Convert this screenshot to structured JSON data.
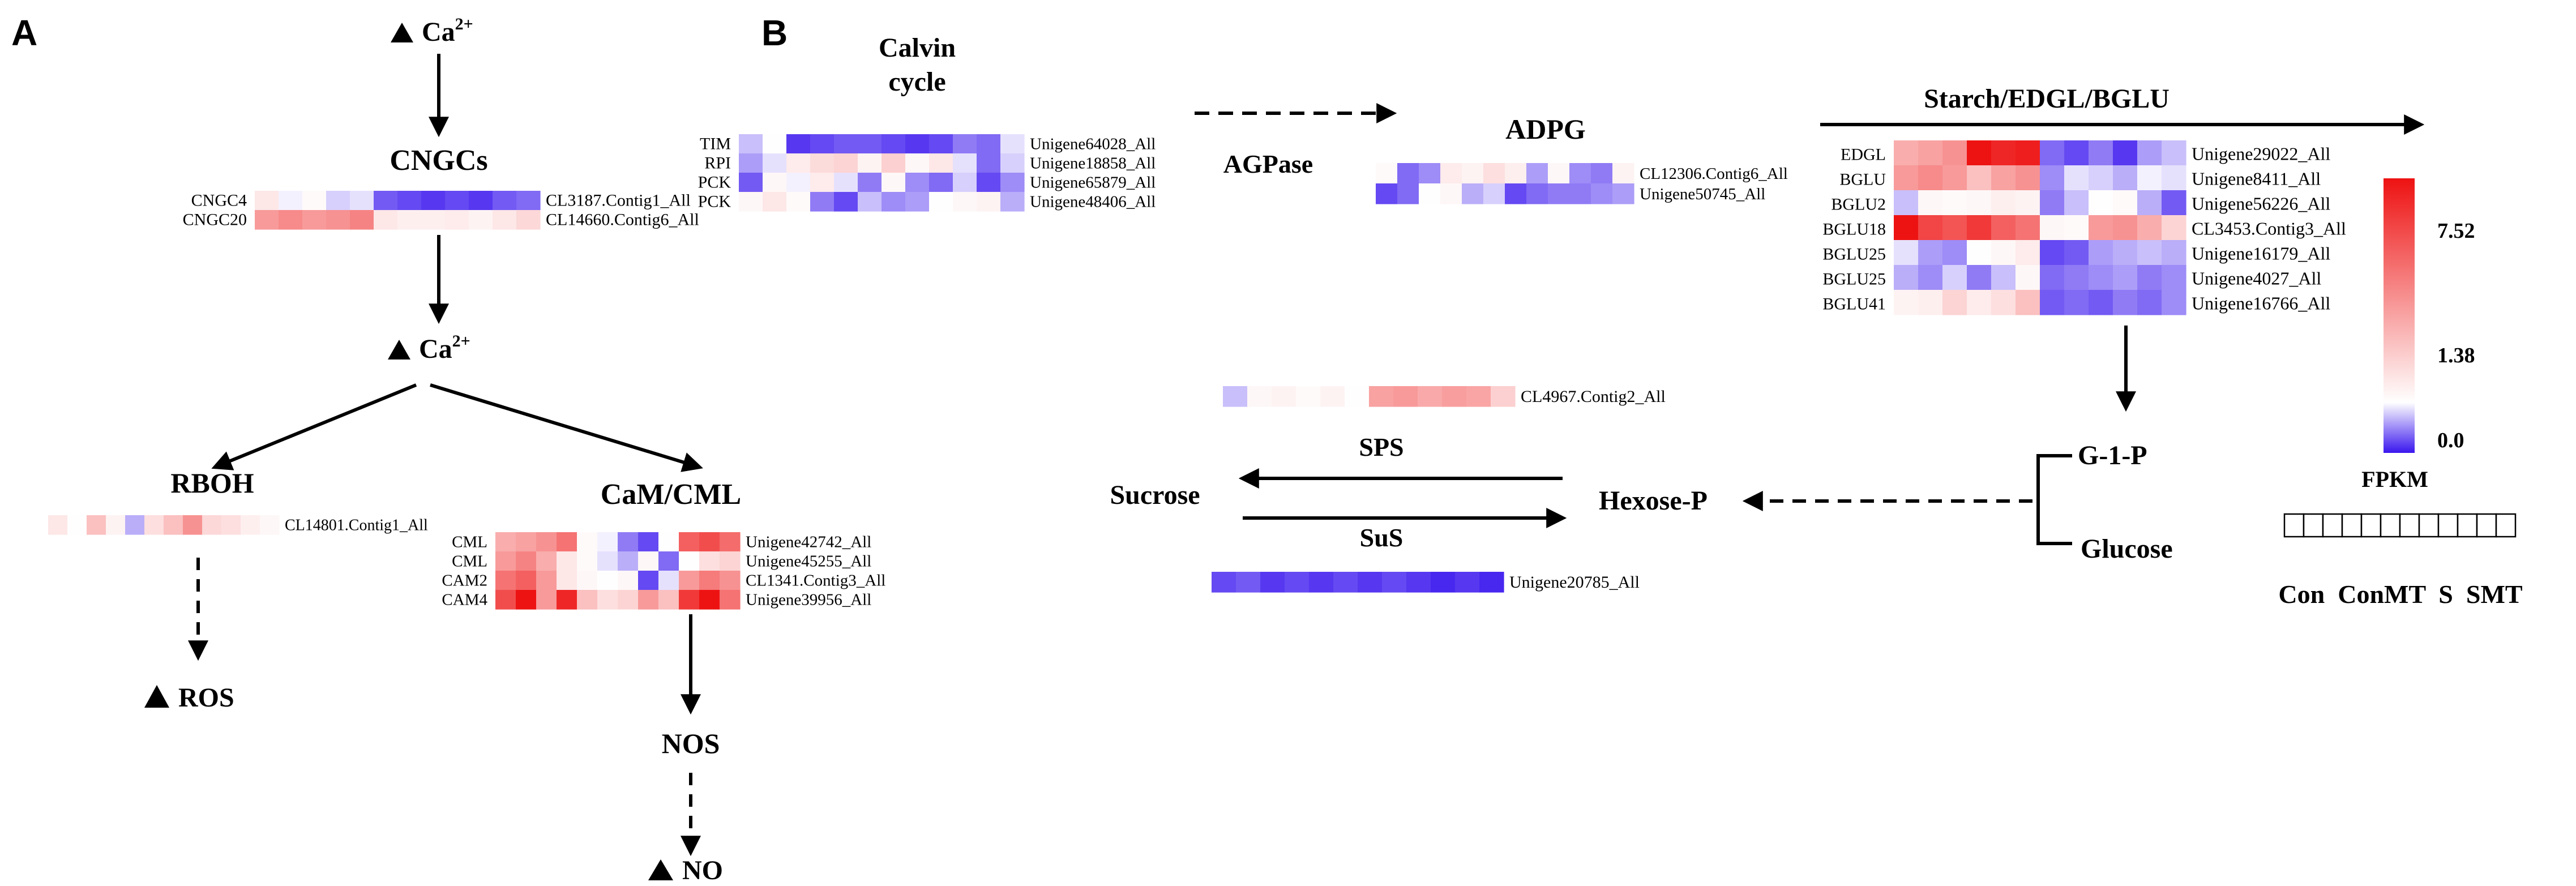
{
  "panels": {
    "a": "A",
    "b": "B"
  },
  "panel_a": {
    "ca_top": "Ca",
    "ca_mid": "Ca",
    "ca_sup": "2+",
    "cngcs": "CNGCs",
    "rboh": "RBOH",
    "cam_cml": "CaM/CML",
    "ros": "ROS",
    "nos": "NOS",
    "no": "NO",
    "heatmaps": {
      "cngc": {
        "rows": [
          {
            "label": "CNGC4",
            "id": "CL3187.Contig1_All",
            "values": [
              2.0,
              1.3,
              1.5,
              1.1,
              1.2,
              0.4,
              0.3,
              0.2,
              0.3,
              0.2,
              0.4,
              0.5
            ]
          },
          {
            "label": "CNGC20",
            "id": "CL14660.Contig6_All",
            "values": [
              4.0,
              4.4,
              4.0,
              4.2,
              4.6,
              2.0,
              1.8,
              1.8,
              1.9,
              1.7,
              2.0,
              2.4
            ]
          }
        ]
      },
      "rboh": {
        "rows": [
          {
            "label": "",
            "id": "CL14801.Contig1_All",
            "values": [
              2.0,
              1.4,
              3.0,
              1.7,
              0.9,
              2.2,
              3.0,
              4.2,
              2.4,
              2.2,
              1.8,
              1.6
            ]
          }
        ]
      },
      "cam": {
        "rows": [
          {
            "label": "CML",
            "id": "Unigene42742_All",
            "values": [
              3.5,
              3.8,
              4.2,
              5.0,
              1.5,
              1.3,
              0.6,
              0.3,
              1.4,
              5.5,
              6.0,
              5.2
            ]
          },
          {
            "label": "CML",
            "id": "Unigene45255_All",
            "values": [
              4.0,
              4.6,
              3.5,
              2.0,
              1.5,
              1.2,
              0.9,
              1.6,
              0.5,
              1.4,
              2.2,
              2.5
            ]
          },
          {
            "label": "CAM2",
            "id": "CL1341.Contig3_All",
            "values": [
              5.0,
              5.5,
              4.0,
              2.0,
              1.6,
              1.4,
              1.6,
              0.3,
              1.2,
              4.0,
              4.8,
              4.2
            ]
          },
          {
            "label": "CAM4",
            "id": "Unigene39956_All",
            "values": [
              6.0,
              7.5,
              4.0,
              7.0,
              3.0,
              2.2,
              2.5,
              4.0,
              3.0,
              6.5,
              7.5,
              5.0
            ]
          }
        ]
      }
    }
  },
  "panel_b": {
    "calvin": [
      "Calvin",
      "cycle"
    ],
    "adpg": "ADPG",
    "agpase": "AGPase",
    "starch": "Starch/EDGL/BGLU",
    "sps": "SPS",
    "sus": "SuS",
    "sucrose": "Sucrose",
    "hexose": "Hexose-P",
    "g1p": "G-1-P",
    "glucose": "Glucose",
    "fpkm": "FPKM",
    "legend_max": "7.52",
    "legend_mid": "1.38",
    "legend_min": "0.0",
    "conditions": "Con  ConMT  S  SMT",
    "heatmaps": {
      "calvin": {
        "rows": [
          {
            "label": "TIM",
            "id": "Unigene64028_All",
            "values": [
              1.0,
              1.4,
              0.2,
              0.3,
              0.4,
              0.4,
              0.3,
              0.2,
              0.3,
              0.6,
              0.5,
              1.2
            ]
          },
          {
            "label": "RPI",
            "id": "Unigene18858_All",
            "values": [
              0.8,
              1.2,
              1.9,
              2.3,
              2.5,
              1.7,
              2.6,
              1.6,
              2.0,
              1.2,
              0.5,
              1.1
            ]
          },
          {
            "label": "PCK",
            "id": "Unigene65879_All",
            "values": [
              0.4,
              1.6,
              1.3,
              1.9,
              1.2,
              0.6,
              1.6,
              0.7,
              0.5,
              1.1,
              0.3,
              0.7
            ]
          },
          {
            "label": "PCK",
            "id": "Unigene48406_All",
            "values": [
              1.6,
              2.0,
              1.5,
              0.6,
              0.3,
              1.0,
              0.7,
              0.8,
              1.4,
              1.6,
              1.7,
              0.9
            ]
          }
        ]
      },
      "adpg": {
        "rows": [
          {
            "label": "",
            "id": "CL12306.Contig6_All",
            "values": [
              1.5,
              0.5,
              0.7,
              1.9,
              1.7,
              2.2,
              1.8,
              0.8,
              1.6,
              0.7,
              0.6,
              1.7
            ]
          },
          {
            "label": "",
            "id": "Unigene50745_All",
            "values": [
              0.3,
              0.5,
              1.4,
              1.6,
              0.9,
              1.1,
              0.3,
              0.5,
              0.6,
              0.6,
              0.7,
              0.8
            ]
          }
        ]
      },
      "starch": {
        "rows": [
          {
            "label": "EDGL",
            "id": "Unigene29022_All",
            "values": [
              3.5,
              3.8,
              4.2,
              7.5,
              7.0,
              7.2,
              0.5,
              0.3,
              0.6,
              0.2,
              0.8,
              1.0
            ]
          },
          {
            "label": "BGLU",
            "id": "Unigene8411_All",
            "values": [
              4.0,
              4.4,
              4.0,
              3.0,
              3.8,
              4.2,
              0.7,
              1.2,
              1.1,
              0.9,
              1.3,
              1.2
            ]
          },
          {
            "label": "BGLU2",
            "id": "Unigene56226_All",
            "values": [
              1.0,
              1.6,
              1.5,
              1.6,
              1.8,
              1.7,
              0.6,
              1.0,
              1.4,
              1.5,
              0.9,
              0.4
            ]
          },
          {
            "label": "BGLU18",
            "id": "CL3453.Contig3_All",
            "values": [
              7.5,
              6.2,
              5.8,
              6.5,
              5.5,
              5.0,
              1.6,
              1.5,
              4.0,
              4.2,
              3.5,
              2.5
            ]
          },
          {
            "label": "BGLU25",
            "id": "Unigene16179_All",
            "values": [
              1.2,
              0.8,
              0.7,
              1.4,
              1.6,
              1.9,
              0.3,
              0.4,
              0.8,
              0.9,
              1.0,
              0.9
            ]
          },
          {
            "label": "BGLU25",
            "id": "Unigene4027_All",
            "values": [
              0.9,
              0.7,
              1.1,
              0.6,
              1.0,
              1.6,
              0.5,
              0.6,
              0.7,
              0.8,
              0.6,
              0.7
            ]
          },
          {
            "label": "BGLU41",
            "id": "Unigene16766_All",
            "values": [
              1.7,
              1.8,
              2.5,
              1.9,
              2.2,
              3.0,
              0.4,
              0.5,
              0.4,
              0.6,
              0.5,
              0.7
            ]
          }
        ]
      },
      "sps": {
        "rows": [
          {
            "label": "",
            "id": "CL4967.Contig2_All",
            "values": [
              1.0,
              1.6,
              1.7,
              1.5,
              1.7,
              1.4,
              3.8,
              4.0,
              3.6,
              3.9,
              3.7,
              2.6
            ]
          }
        ]
      },
      "sus": {
        "rows": [
          {
            "label": "",
            "id": "Unigene20785_All",
            "values": [
              0.3,
              0.4,
              0.2,
              0.3,
              0.2,
              0.3,
              0.2,
              0.3,
              0.2,
              0.1,
              0.2,
              0.1
            ]
          }
        ]
      }
    }
  },
  "colors": {
    "low": "#3a16ee",
    "mid": "#ffffff",
    "high": "#ee1212"
  },
  "scale": {
    "min": 0.0,
    "mid": 1.38,
    "max": 7.52
  }
}
